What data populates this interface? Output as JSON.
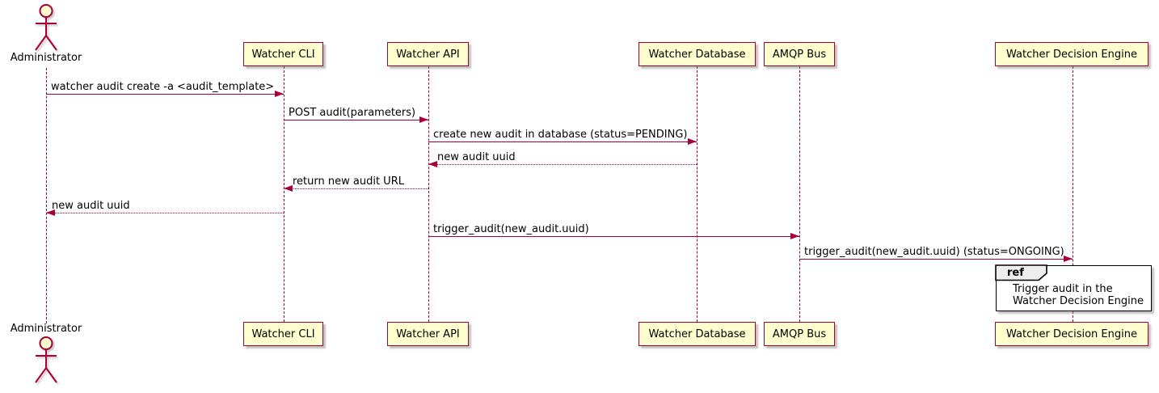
{
  "diagram": {
    "type": "uml-sequence",
    "colors": {
      "participant_fill": "#FEFECE",
      "stroke": "#A80036",
      "text": "#000000",
      "ref_border": "#000000",
      "ref_tab_fill": "#EEEEEE",
      "background": "#FFFFFF"
    }
  },
  "participants": [
    {
      "name": "Administrator",
      "kind": "actor"
    },
    {
      "name": "Watcher CLI",
      "kind": "participant"
    },
    {
      "name": "Watcher API",
      "kind": "participant"
    },
    {
      "name": "Watcher Database",
      "kind": "participant"
    },
    {
      "name": "AMQP Bus",
      "kind": "participant"
    },
    {
      "name": "Watcher Decision Engine",
      "kind": "participant"
    }
  ],
  "messages": [
    {
      "label": "watcher audit create -a <audit_template>",
      "from": "Administrator",
      "to": "Watcher CLI",
      "style": "solid"
    },
    {
      "label": "POST audit(parameters)",
      "from": "Watcher CLI",
      "to": "Watcher API",
      "style": "solid"
    },
    {
      "label": "create new audit in database (status=PENDING)",
      "from": "Watcher API",
      "to": "Watcher Database",
      "style": "solid"
    },
    {
      "label": "new audit uuid",
      "from": "Watcher Database",
      "to": "Watcher API",
      "style": "return"
    },
    {
      "label": "return new audit URL",
      "from": "Watcher API",
      "to": "Watcher CLI",
      "style": "return"
    },
    {
      "label": "new audit uuid",
      "from": "Watcher CLI",
      "to": "Administrator",
      "style": "return"
    },
    {
      "label": "trigger_audit(new_audit.uuid)",
      "from": "Watcher API",
      "to": "AMQP Bus",
      "style": "solid"
    },
    {
      "label": "trigger_audit(new_audit.uuid) (status=ONGOING)",
      "from": "AMQP Bus",
      "to": "Watcher Decision Engine",
      "style": "solid"
    }
  ],
  "ref": {
    "keyword": "ref",
    "over": "Watcher Decision Engine",
    "lines": [
      "Trigger audit in the",
      "Watcher Decision Engine"
    ]
  }
}
